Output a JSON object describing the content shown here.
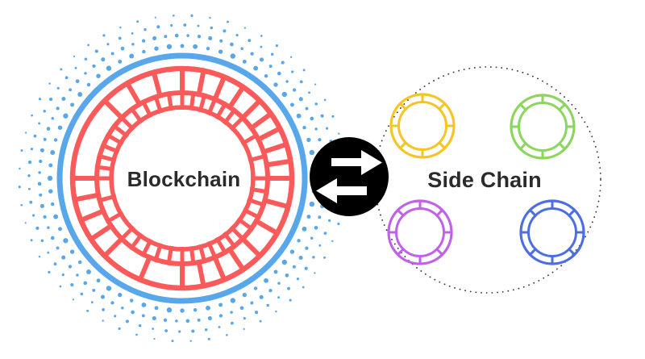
{
  "diagram": {
    "background": "#ffffff",
    "text_color": "#2B2B2B",
    "blockchain": {
      "label": "Blockchain",
      "chain_ring_color": "#FA5A5A",
      "outer_circle_color": "#59A7EB",
      "dot_halo_color": "#59A7EB"
    },
    "swap_icon": {
      "name": "swap-arrows-icon",
      "background": "#000000",
      "arrow_color": "#FFFFFF"
    },
    "sidechain": {
      "label": "Side Chain",
      "boundary_color": "#3A3A3A",
      "nodes": [
        {
          "name": "sidechain-node-yellow",
          "color": "#F6C524"
        },
        {
          "name": "sidechain-node-green",
          "color": "#8CD55E"
        },
        {
          "name": "sidechain-node-purple",
          "color": "#C161E9"
        },
        {
          "name": "sidechain-node-blue",
          "color": "#4D6EE3"
        }
      ]
    }
  }
}
